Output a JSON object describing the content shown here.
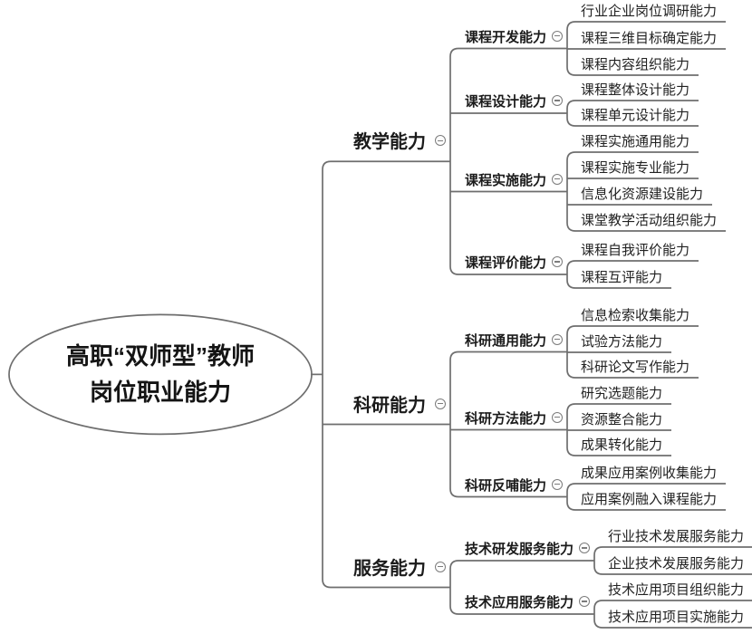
{
  "root": {
    "id": "root",
    "line1": "高职“双师型”教师",
    "line2": "岗位职业能力"
  },
  "branches": [
    {
      "id": "teaching",
      "label": "教学能力",
      "children": [
        {
          "id": "course-dev",
          "label": "课程开发能力",
          "children": [
            {
              "id": "industry-post-survey",
              "label": "行业企业岗位调研能力"
            },
            {
              "id": "three-dim-goal",
              "label": "课程三维目标确定能力"
            },
            {
              "id": "content-organization",
              "label": "课程内容组织能力"
            }
          ]
        },
        {
          "id": "course-design",
          "label": "课程设计能力",
          "children": [
            {
              "id": "overall-design",
              "label": "课程整体设计能力"
            },
            {
              "id": "unit-design",
              "label": "课程单元设计能力"
            }
          ]
        },
        {
          "id": "course-implementation",
          "label": "课程实施能力",
          "children": [
            {
              "id": "impl-general",
              "label": "课程实施通用能力"
            },
            {
              "id": "impl-professional",
              "label": "课程实施专业能力"
            },
            {
              "id": "info-resource-building",
              "label": "信息化资源建设能力"
            },
            {
              "id": "classroom-activity-org",
              "label": "课堂教学活动组织能力"
            }
          ]
        },
        {
          "id": "course-evaluation",
          "label": "课程评价能力",
          "children": [
            {
              "id": "self-evaluation",
              "label": "课程自我评价能力"
            },
            {
              "id": "peer-evaluation",
              "label": "课程互评能力"
            }
          ]
        }
      ]
    },
    {
      "id": "research",
      "label": "科研能力",
      "children": [
        {
          "id": "research-general",
          "label": "科研通用能力",
          "children": [
            {
              "id": "info-retrieval",
              "label": "信息检索收集能力"
            },
            {
              "id": "experiment-method",
              "label": "试验方法能力"
            },
            {
              "id": "paper-writing",
              "label": "科研论文写作能力"
            }
          ]
        },
        {
          "id": "research-method",
          "label": "科研方法能力",
          "children": [
            {
              "id": "topic-selection",
              "label": "研究选题能力"
            },
            {
              "id": "resource-integration",
              "label": "资源整合能力"
            },
            {
              "id": "achievement-transformation",
              "label": "成果转化能力"
            }
          ]
        },
        {
          "id": "research-feedback",
          "label": "科研反哺能力",
          "children": [
            {
              "id": "application-case-collection",
              "label": "成果应用案例收集能力"
            },
            {
              "id": "case-into-course",
              "label": "应用案例融入课程能力"
            }
          ]
        }
      ]
    },
    {
      "id": "service",
      "label": "服务能力",
      "children": [
        {
          "id": "tech-rd-service",
          "label": "技术研发服务能力",
          "children": [
            {
              "id": "industry-tech-service",
              "label": "行业技术发展服务能力"
            },
            {
              "id": "enterprise-tech-service",
              "label": "企业技术发展服务能力"
            }
          ]
        },
        {
          "id": "tech-app-service",
          "label": "技术应用服务能力",
          "children": [
            {
              "id": "tech-project-org",
              "label": "技术应用项目组织能力"
            },
            {
              "id": "tech-project-impl",
              "label": "技术应用项目实施能力"
            }
          ]
        }
      ]
    }
  ],
  "icons": {
    "collapse": "⊖"
  },
  "colors": {
    "line": "#6e6e6e",
    "text": "#1b1b1b",
    "node_fill": "#ffffff"
  }
}
